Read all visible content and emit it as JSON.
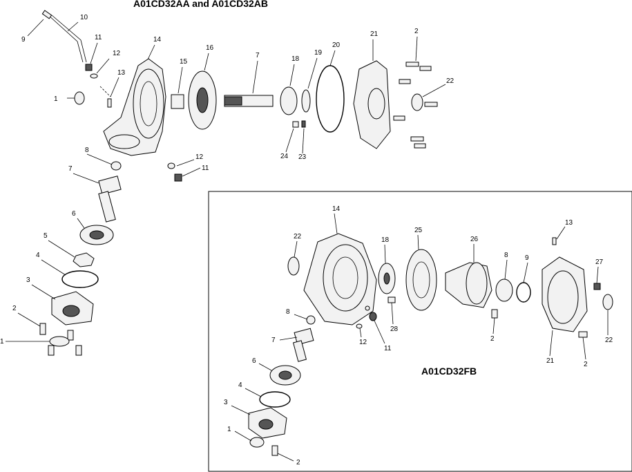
{
  "titles": {
    "top": "A01CD32AA and A01CD32AB",
    "box": "A01CD32FB"
  },
  "upper_callouts": [
    {
      "id": "u10",
      "text": "10"
    },
    {
      "id": "u9",
      "text": "9"
    },
    {
      "id": "u11a",
      "text": "11"
    },
    {
      "id": "u12a",
      "text": "12"
    },
    {
      "id": "u13",
      "text": "13"
    },
    {
      "id": "u14",
      "text": "14"
    },
    {
      "id": "u15",
      "text": "15"
    },
    {
      "id": "u16",
      "text": "16"
    },
    {
      "id": "u17",
      "text": "7"
    },
    {
      "id": "u18",
      "text": "18"
    },
    {
      "id": "u19",
      "text": "19"
    },
    {
      "id": "u20",
      "text": "20"
    },
    {
      "id": "u21",
      "text": "21"
    },
    {
      "id": "u2a",
      "text": "2"
    },
    {
      "id": "u22",
      "text": "22"
    },
    {
      "id": "u1",
      "text": "1"
    },
    {
      "id": "u8",
      "text": "8"
    },
    {
      "id": "u12b",
      "text": "12"
    },
    {
      "id": "u11b",
      "text": "11"
    },
    {
      "id": "u24",
      "text": "24"
    },
    {
      "id": "u23",
      "text": "23"
    },
    {
      "id": "u7",
      "text": "7"
    },
    {
      "id": "u6",
      "text": "6"
    },
    {
      "id": "u5",
      "text": "5"
    },
    {
      "id": "u4",
      "text": "4"
    },
    {
      "id": "u3",
      "text": "3"
    },
    {
      "id": "u2b",
      "text": "2"
    },
    {
      "id": "u1b",
      "text": "1"
    }
  ],
  "box_callouts": [
    {
      "id": "b14",
      "text": "14"
    },
    {
      "id": "b13",
      "text": "13"
    },
    {
      "id": "b22",
      "text": "22"
    },
    {
      "id": "b18",
      "text": "18"
    },
    {
      "id": "b25",
      "text": "25"
    },
    {
      "id": "b26",
      "text": "26"
    },
    {
      "id": "b8a",
      "text": "8"
    },
    {
      "id": "b9",
      "text": "9"
    },
    {
      "id": "b27",
      "text": "27"
    },
    {
      "id": "b8",
      "text": "8"
    },
    {
      "id": "b12",
      "text": "12"
    },
    {
      "id": "b11",
      "text": "11"
    },
    {
      "id": "b28",
      "text": "28"
    },
    {
      "id": "b2a",
      "text": "2"
    },
    {
      "id": "b21",
      "text": "21"
    },
    {
      "id": "b2b",
      "text": "2"
    },
    {
      "id": "b22b",
      "text": "22"
    },
    {
      "id": "b7",
      "text": "7"
    },
    {
      "id": "b6",
      "text": "6"
    },
    {
      "id": "b4",
      "text": "4"
    },
    {
      "id": "b3",
      "text": "3"
    },
    {
      "id": "b1",
      "text": "1"
    },
    {
      "id": "b2c",
      "text": "2"
    }
  ]
}
